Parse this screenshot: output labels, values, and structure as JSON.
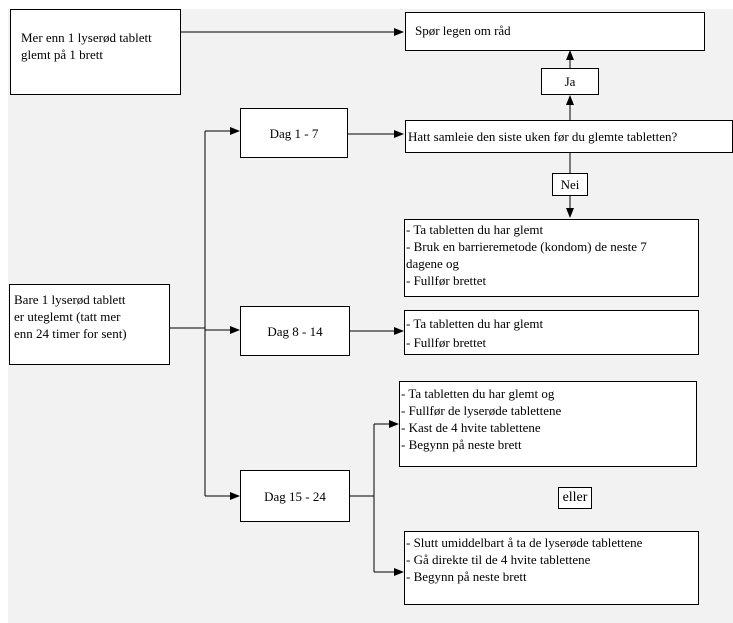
{
  "boxes": {
    "more_than_one": {
      "lines": [
        "Mer enn 1 lyserød tablett",
        "glemt på 1 brett"
      ]
    },
    "ask_doctor": {
      "text": "Spør legen om råd"
    },
    "one_pill": {
      "lines": [
        "Bare 1 lyserød tablett",
        "er uteglemt (tatt mer",
        "enn 24 timer for sent)"
      ]
    },
    "day_1_7": {
      "text": "Dag 1 - 7"
    },
    "day_8_14": {
      "text": "Dag 8 - 14"
    },
    "day_15_24": {
      "text": "Dag 15 - 24"
    },
    "question": {
      "text": "Hatt samleie den siste uken før du glemte tabletten?"
    },
    "instr_1_7": {
      "lines": [
        "- Ta tabletten du har glemt",
        "- Bruk en barrieremetode (kondom) de neste 7",
        "dagene og",
        "- Fullfør brettet"
      ]
    },
    "instr_8_14": {
      "lines": [
        "- Ta tabletten du har glemt",
        "- Fullfør brettet"
      ]
    },
    "instr_15_24_a": {
      "lines": [
        "- Ta tabletten du har glemt og",
        "- Fullfør de lyserøde tablettene",
        "- Kast de 4 hvite tablettene",
        "- Begynn på neste brett"
      ]
    },
    "instr_15_24_b": {
      "lines": [
        "- Slutt umiddelbart å ta de lyserøde tablettene",
        "- Gå direkte til de 4 hvite tablettene",
        "- Begynn på neste brett"
      ]
    }
  },
  "labels": {
    "yes": "Ja",
    "no": "Nei",
    "or": "eller"
  }
}
